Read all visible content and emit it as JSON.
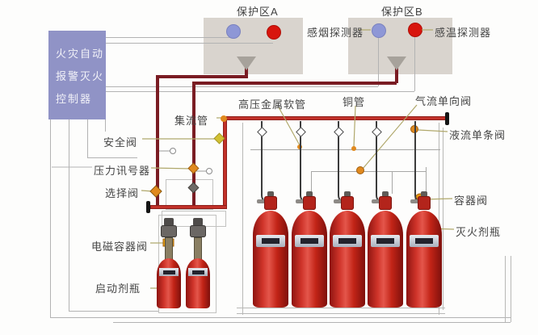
{
  "control_panel": {
    "lines": [
      "火灾自动",
      "报警灭火",
      "控制器"
    ]
  },
  "zones": {
    "a_title": "保护区A",
    "b_title": "保护区B"
  },
  "labels": {
    "smoke_detector": "感烟探测器",
    "heat_detector": "感温探测器",
    "high_pressure_hose": "高压金属软管",
    "copper_pipe": "铜管",
    "gas_check_valve": "气流单向阀",
    "manifold": "集流管",
    "liquid_check_valve": "液流单条阀",
    "safety_valve": "安全阀",
    "pressure_signal": "压力讯号器",
    "selector_valve": "选择阀",
    "container_valve": "容器阀",
    "agent_bottle": "灭火剂瓶",
    "solenoid_container_valve": "电磁容器阀",
    "starter_bottle": "启动剂瓶"
  },
  "equipment": {
    "agent_bottle_count": 5,
    "starter_bottle_count": 2
  },
  "colors": {
    "panel_blue": "#9093c6",
    "zone_gray": "#d9d4ce",
    "pipe_dark_red": "#7a1c23",
    "pipe_bright_red": "#c2322a",
    "fitting_orange": "#e0891e",
    "safety_yellow": "#d2c133",
    "detector_blue": "#8e97d6",
    "detector_red": "#d8150d",
    "cylinder_red": "#c22417"
  }
}
